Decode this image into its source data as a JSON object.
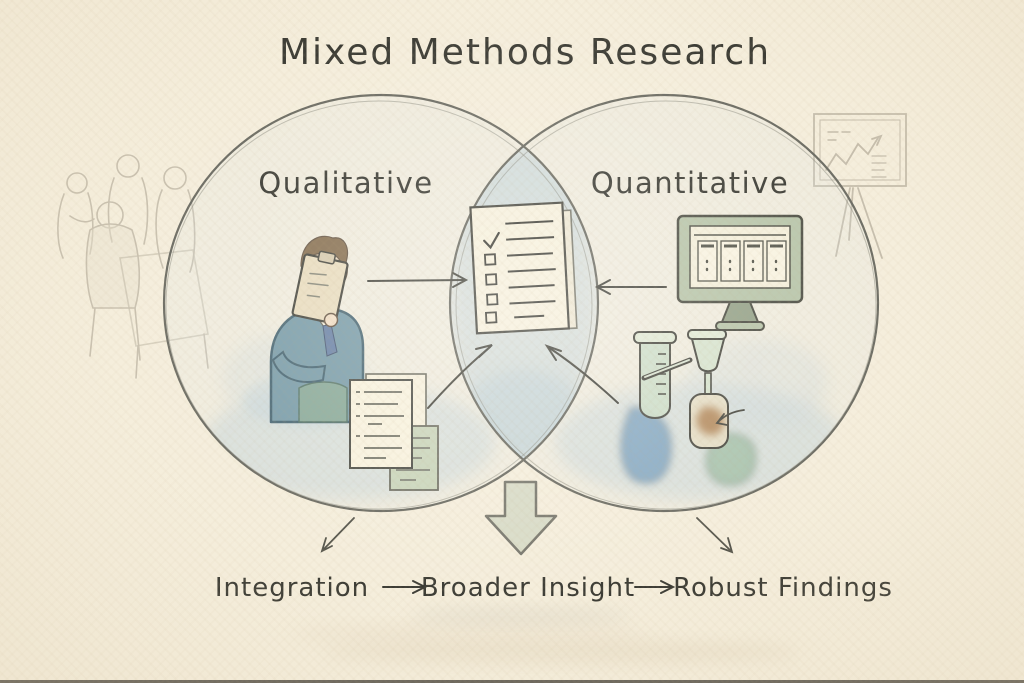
{
  "title": "Mixed Methods Research",
  "venn": {
    "left": {
      "label": "Qualitative"
    },
    "right": {
      "label": "Quantitative"
    }
  },
  "flow": {
    "items": [
      "Integration",
      "Broader Insight",
      "Robust Findings"
    ],
    "connector_glyph": "→"
  },
  "icons": {
    "center": "checklist-document-icon",
    "qualitative": [
      "person-clipboard-icon",
      "notes-documents-icon"
    ],
    "quantitative": [
      "monitor-data-table-icon",
      "test-tubes-icon"
    ],
    "connectors": [
      "merge-arrow-icon",
      "down-block-arrow-icon",
      "flow-arrow-icon"
    ],
    "decorations": [
      "group-discussion-sketch-icon",
      "line-chart-easel-sketch-icon"
    ]
  },
  "colors": {
    "background": "#f5eedc",
    "ink": "#3c3c35",
    "sketch": "#a79f8e",
    "wash_blue": "#c6d5da",
    "sweater_teal": "#7d9fab",
    "hair_brown": "#8a7355",
    "tube_green": "#cfdfca",
    "blob_blue": "#84a8c3",
    "blob_green": "#a9c4ad",
    "liquid_brown": "#b3885c",
    "page_cream": "#f7f1dd",
    "page_green": "#cbd6bc",
    "monitor_green": "#b9c6ab",
    "block_arrow_fill": "#d8dcc8"
  }
}
